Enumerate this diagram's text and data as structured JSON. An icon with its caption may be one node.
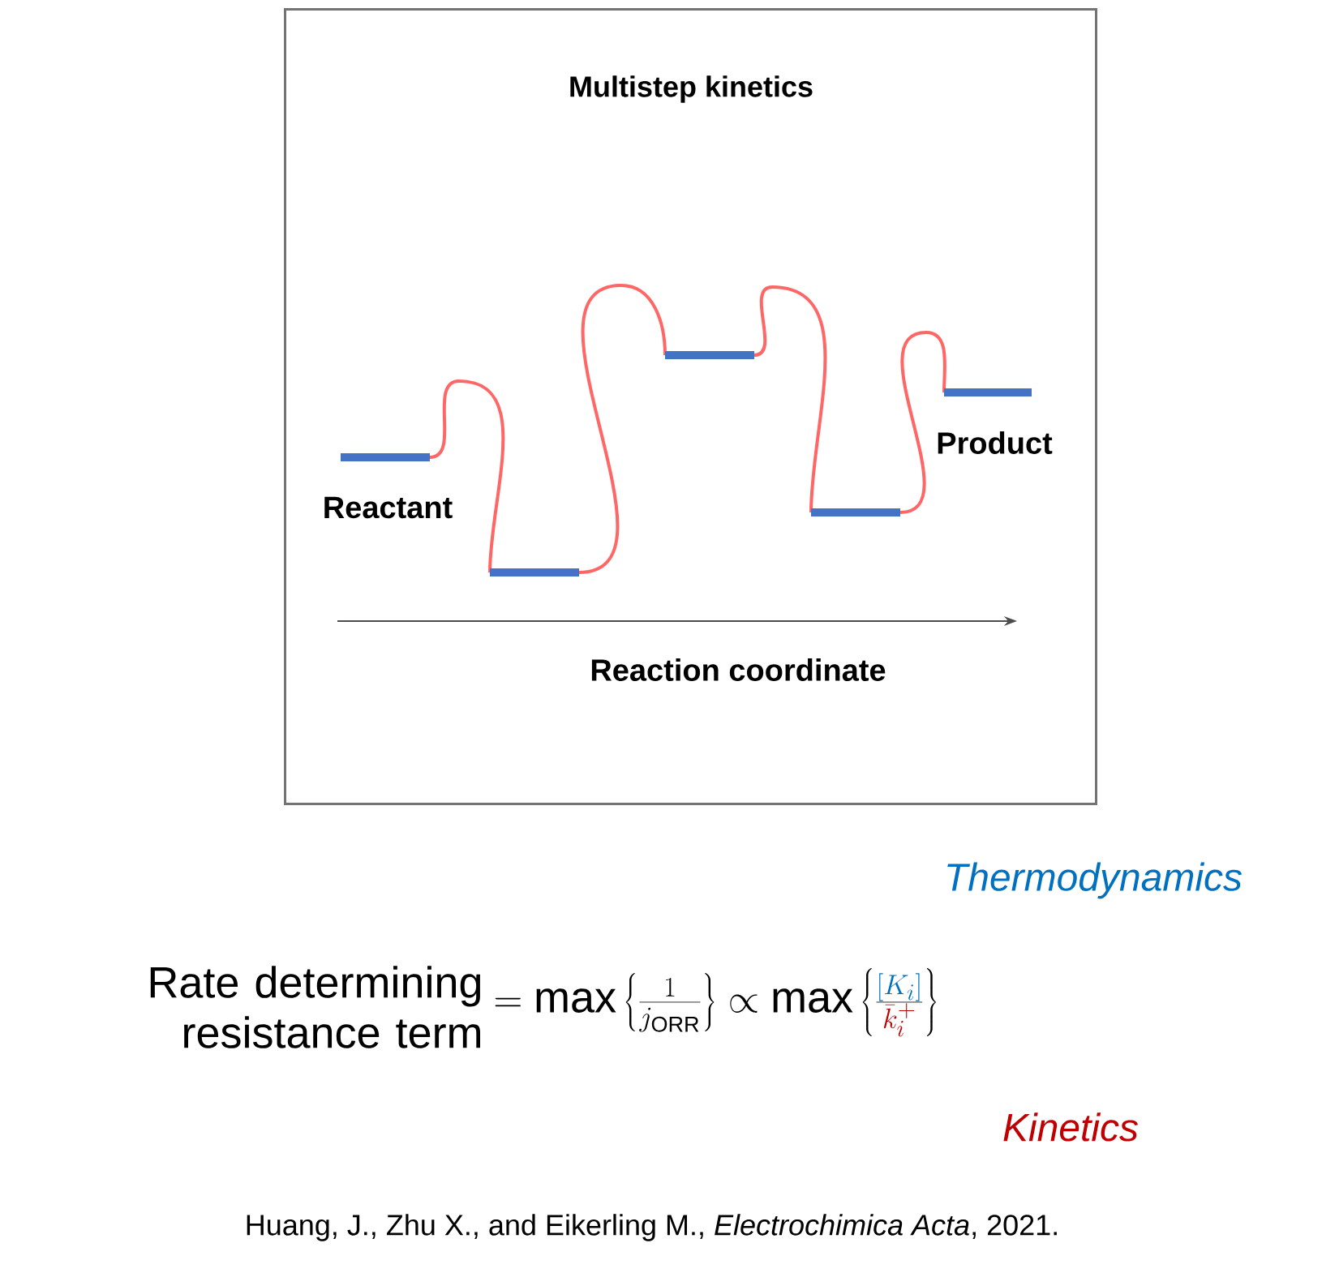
{
  "diagram": {
    "nodes": [
      {
        "text": [
          "Multistep kinetics"
        ]
      }
    ],
    "labels": [
      "Reactant",
      "Product",
      "Reaction coordinate",
      "Thermodynamics",
      "Rate determining resistance term",
      "= \\max\\left\\{\\frac{1}{j_{\\mathrm{ORR}}}\\right\\} \\propto \\max\\left\\{\\frac{\\textcolor{thermo}{[K_i]}}{\\textcolor{kinet}{\\bar{k}_i^{+}}}\\right\\}",
      "Kinetics",
      "Huang, J., Zhu X., and Eikerling M., *Electrochimica Acta*, 2021."
    ]
  }
}
